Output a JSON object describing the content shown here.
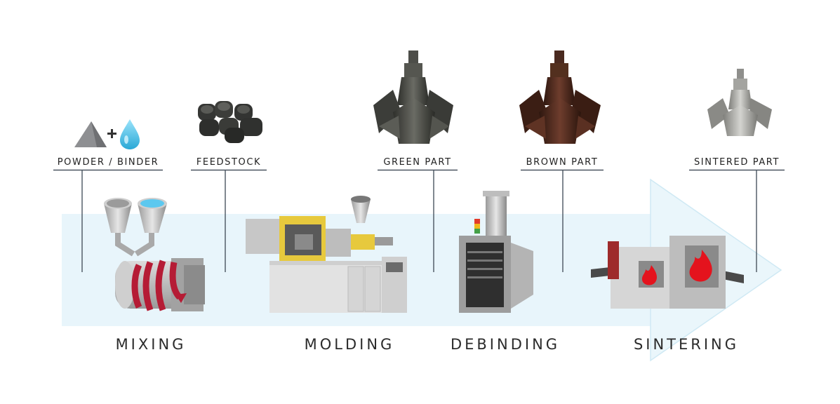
{
  "diagram": {
    "flow_direction": "left-to-right",
    "colors": {
      "arrow_band": "#e8f5fb",
      "arrow_outline": "#cfe9f4",
      "leader_line": "#4a5560",
      "text": "#222222",
      "rotation_arrows": "#b51c35",
      "flame": "#e4131d",
      "machine_yellow": "#e7c93d",
      "binder_drop": "#2aa8d6",
      "green_part": "#4a4b46",
      "brown_part": "#4a2a20",
      "sintered_part": "#9d9d99"
    },
    "materials": [
      {
        "id": "powder-binder",
        "label": "POWDER / BINDER",
        "icons": [
          "powder-pile-icon",
          "plus-icon",
          "binder-drop-icon"
        ]
      },
      {
        "id": "feedstock",
        "label": "FEEDSTOCK",
        "icons": [
          "pellets-icon"
        ]
      },
      {
        "id": "green-part",
        "label": "GREEN PART",
        "icons": [
          "green-part-icon"
        ]
      },
      {
        "id": "brown-part",
        "label": "BROWN PART",
        "icons": [
          "brown-part-icon"
        ]
      },
      {
        "id": "sintered-part",
        "label": "SINTERED PART",
        "icons": [
          "sintered-part-icon"
        ]
      }
    ],
    "plus_symbol": "+",
    "stages": [
      {
        "id": "mixing",
        "title": "MIXING",
        "icon": "mixer-icon"
      },
      {
        "id": "molding",
        "title": "MOLDING",
        "icon": "injection-molder-icon"
      },
      {
        "id": "debinding",
        "title": "DEBINDING",
        "icon": "debinding-oven-icon"
      },
      {
        "id": "sintering",
        "title": "SINTERING",
        "icon": "sintering-furnace-icon"
      }
    ]
  }
}
